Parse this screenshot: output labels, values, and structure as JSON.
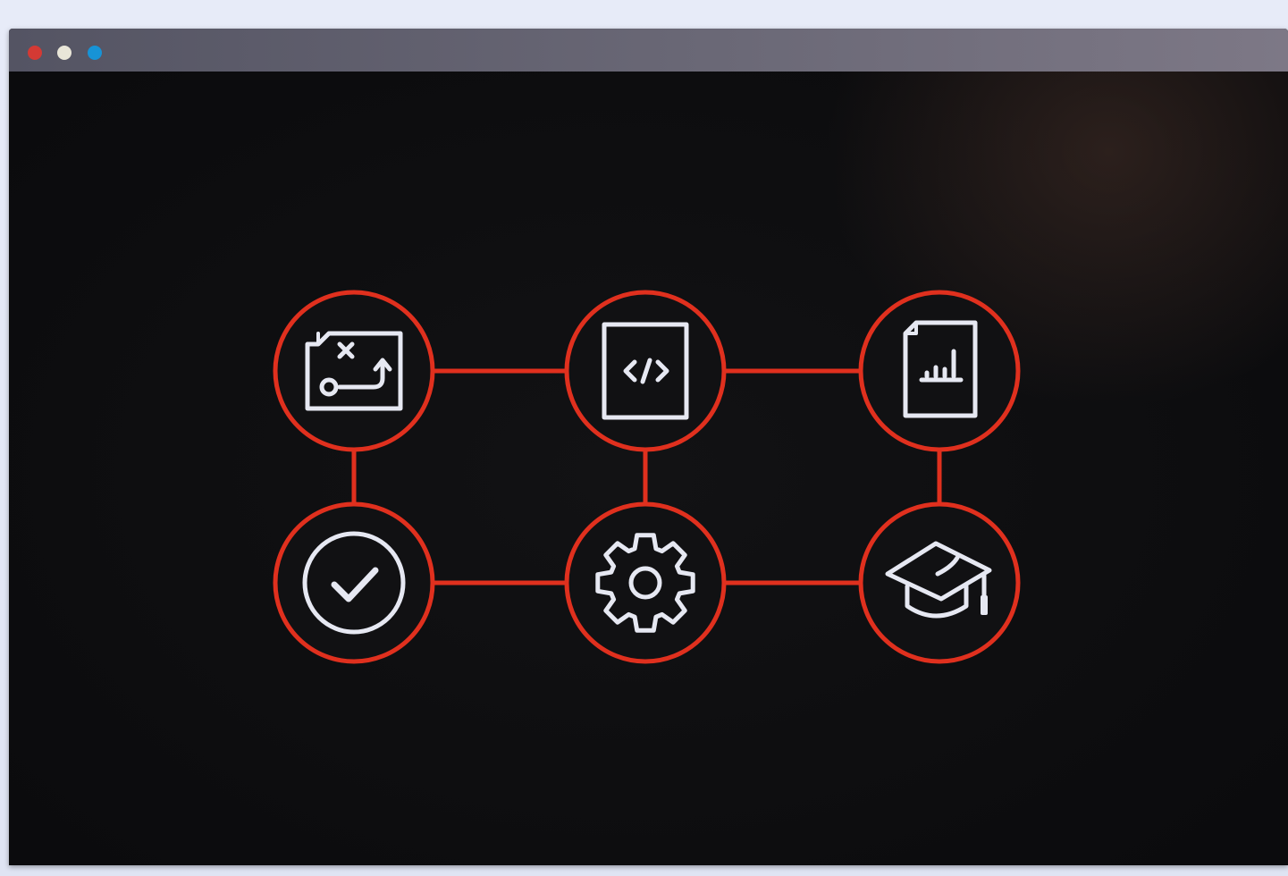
{
  "window": {
    "buttons": [
      {
        "name": "close",
        "color": "#d43a34"
      },
      {
        "name": "minimize",
        "color": "#e9e6d8"
      },
      {
        "name": "maximize",
        "color": "#1793d6"
      }
    ]
  },
  "diagram": {
    "accent_color": "#e0301e",
    "icon_color": "#e6e8f2",
    "node_fill": "#111113",
    "nodes": [
      {
        "id": "strategy",
        "icon": "strategy-plan-icon",
        "row": 0,
        "col": 0
      },
      {
        "id": "code",
        "icon": "code-document-icon",
        "row": 0,
        "col": 1
      },
      {
        "id": "report",
        "icon": "report-chart-icon",
        "row": 0,
        "col": 2
      },
      {
        "id": "check",
        "icon": "check-circle-icon",
        "row": 1,
        "col": 0
      },
      {
        "id": "settings",
        "icon": "gear-icon",
        "row": 1,
        "col": 1
      },
      {
        "id": "education",
        "icon": "graduation-cap-icon",
        "row": 1,
        "col": 2
      }
    ],
    "connections": [
      [
        "strategy",
        "code"
      ],
      [
        "code",
        "report"
      ],
      [
        "check",
        "settings"
      ],
      [
        "settings",
        "education"
      ],
      [
        "strategy",
        "check"
      ],
      [
        "code",
        "settings"
      ],
      [
        "report",
        "education"
      ]
    ]
  }
}
